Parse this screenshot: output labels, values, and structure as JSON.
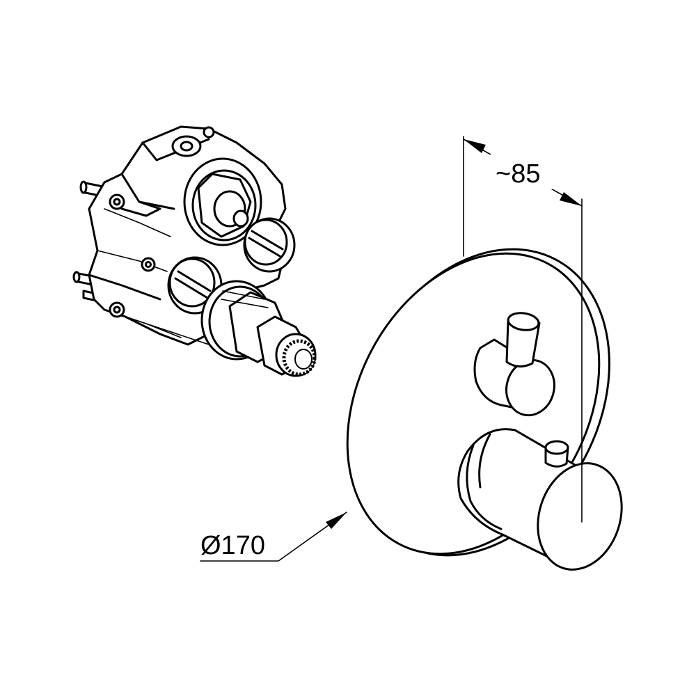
{
  "dimensions": {
    "projection_label": "~85",
    "diameter_label": "Ø170"
  },
  "parts": {
    "concealed_body": "mixing-valve-body",
    "trim": "round-cover-plate-with-diverter-and-thermostat-handle"
  },
  "colors": {
    "line": "#000000",
    "background": "#ffffff"
  }
}
